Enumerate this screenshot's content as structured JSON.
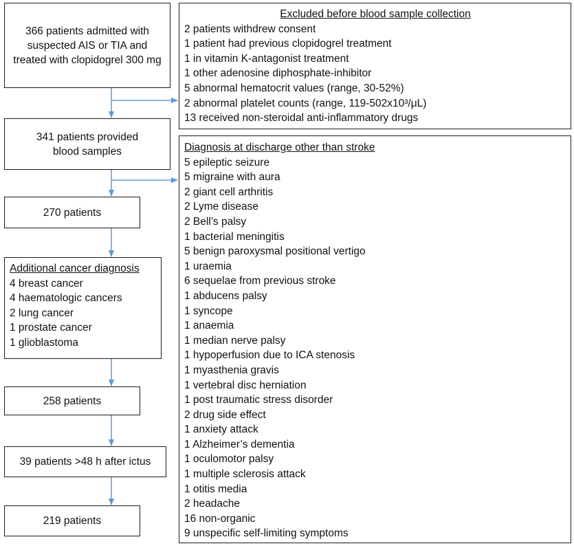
{
  "flow": {
    "start": "366 patients admitted with suspected AIS or TIA and treated with clopidogrel 300 mg",
    "blood": "341 patients provided blood samples",
    "p270": "270 patients",
    "cancer": {
      "title": "Additional cancer diagnosis",
      "items": [
        "4 breast cancer",
        "4 haematologic cancers",
        "2 lung cancer",
        "1 prostate cancer",
        "1 glioblastoma"
      ]
    },
    "p258": "258 patients",
    "p39": "39 patients >48 h after ictus",
    "p219": "219 patients"
  },
  "excluded": {
    "title": "Excluded before blood sample collection",
    "items": [
      "2 patients withdrew consent",
      "1 patient had previous clopidogrel treatment",
      "1 in vitamin K-antagonist treatment",
      "1 other adenosine diphosphate-inhibitor",
      "5 abnormal hematocrit values (range, 30-52%)",
      "2 abnormal platelet counts (range, 119-502x10³/μL)",
      "13 received non-steroidal anti-inflammatory drugs"
    ]
  },
  "diagnosis": {
    "title": "Diagnosis at discharge other than stroke",
    "items": [
      "5 epileptic seizure",
      "5 migraine with aura",
      "2 giant cell arthritis",
      "2 Lyme disease",
      "2 Bell’s palsy",
      "1 bacterial meningitis",
      "5 benign paroxysmal positional vertigo",
      "1 uraemia",
      "6 sequelae from previous stroke",
      "1 abducens palsy",
      "1 syncope",
      "1 anaemia",
      "1 median nerve palsy",
      "1 hypoperfusion due to ICA stenosis",
      "1 myasthenia gravis",
      "1 vertebral disc herniation",
      "1 post traumatic stress disorder",
      "2 drug side effect",
      "1 anxiety attack",
      "1 Alzheimer’s dementia",
      "1 oculomotor palsy",
      "1 multiple sclerosis attack",
      "1 otitis media",
      "2 headache",
      "16 non-organic",
      "9 unspecific self-limiting symptoms"
    ]
  },
  "colors": {
    "arrow": "#5b9bd5",
    "border": "#1a1a1a"
  }
}
